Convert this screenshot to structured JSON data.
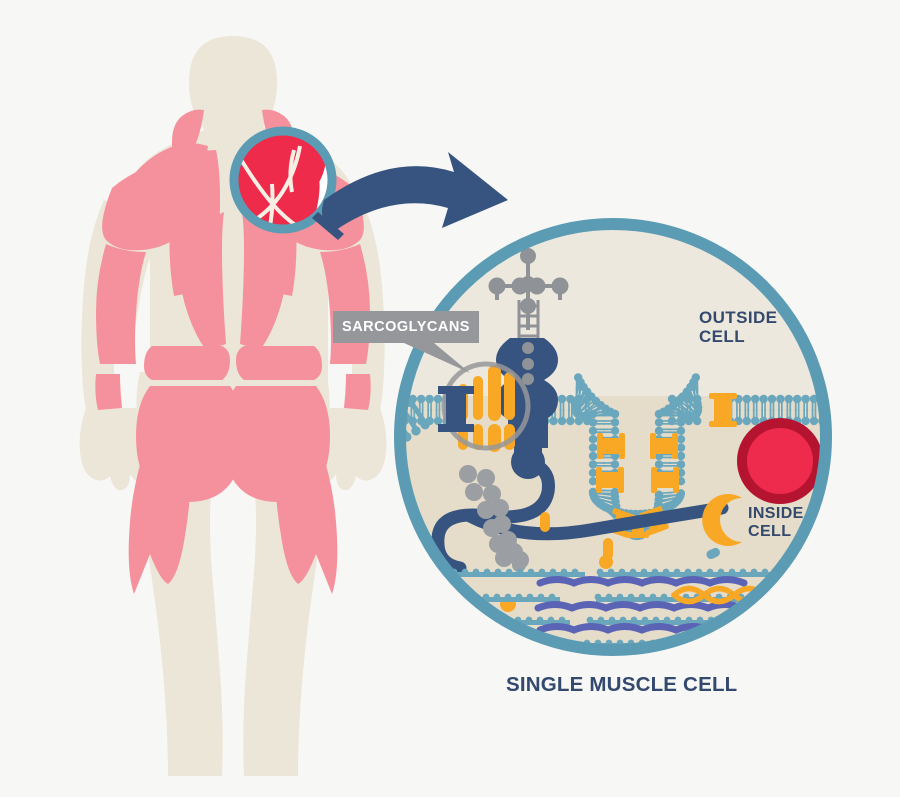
{
  "figure": {
    "title_caption": "SINGLE MUSCLE CELL",
    "subject": "Sarcoglycan complex in the muscle cell membrane",
    "background_color": "#f7f7f5"
  },
  "body_figure": {
    "name": "human-back-anatomy",
    "view": "posterior",
    "skin_color": "#ece6d8",
    "muscle_color": "#f5919c",
    "highlight_muscle_color": "#ef2b4b",
    "muscle_groups": [
      "trapezius",
      "deltoid",
      "triceps",
      "latissimus-dorsi",
      "gluteus-maximus",
      "hamstrings"
    ]
  },
  "magnifier": {
    "name": "magnifier-circle",
    "ring_color": "#5b9bb3",
    "target_muscle": "trapezius-right"
  },
  "arrow": {
    "name": "zoom-arrow",
    "color": "#36547f",
    "direction": "curved-right-down"
  },
  "callout": {
    "label": "SARCOGLYCANS",
    "box_color": "#96979a",
    "text_color": "#ffffff"
  },
  "cell_diagram": {
    "ring_color": "#5b9bb3",
    "outside_fill": "#ece8dd",
    "inside_fill": "#e5dcc9",
    "labels": {
      "outside": "OUTSIDE\nCELL",
      "inside": "INSIDE\nCELL",
      "caption": "SINGLE MUSCLE CELL"
    },
    "label_color": "#33496e",
    "components": [
      {
        "name": "lipid-bilayer",
        "color": "#6aa7bd",
        "note": "plasma membrane phospholipids"
      },
      {
        "name": "dystroglycan-complex",
        "color": "#36547f",
        "note": "transmembrane anchor protein"
      },
      {
        "name": "glycan-chains",
        "color": "#8f9296",
        "note": "branched sugar antennae outside cell"
      },
      {
        "name": "sarcoglycan-subunits",
        "color": "#f9a825",
        "note": "highlighted yellow subunits"
      },
      {
        "name": "dystrophin-rod",
        "color": "#36547f",
        "note": "cytoskeletal linker filament"
      },
      {
        "name": "protein-bead-chain",
        "color": "#9b9ea2",
        "note": "intracellular signalling beads"
      },
      {
        "name": "membrane-invagination",
        "color": "#6aa7bd",
        "note": "T-tubule / caveola"
      },
      {
        "name": "transmembrane-channel",
        "color": "#f9a825",
        "note": "ion channel proteins"
      },
      {
        "name": "nucleus",
        "color": "#ee2b4c",
        "border": "#b51431"
      },
      {
        "name": "crescent-organelle",
        "color": "#f9a825"
      },
      {
        "name": "actin-filament",
        "color": "#6aa7bd"
      },
      {
        "name": "myosin-filament",
        "color": "#5b63b5"
      },
      {
        "name": "tropomyosin-helix",
        "color": "#f9a825"
      }
    ]
  }
}
